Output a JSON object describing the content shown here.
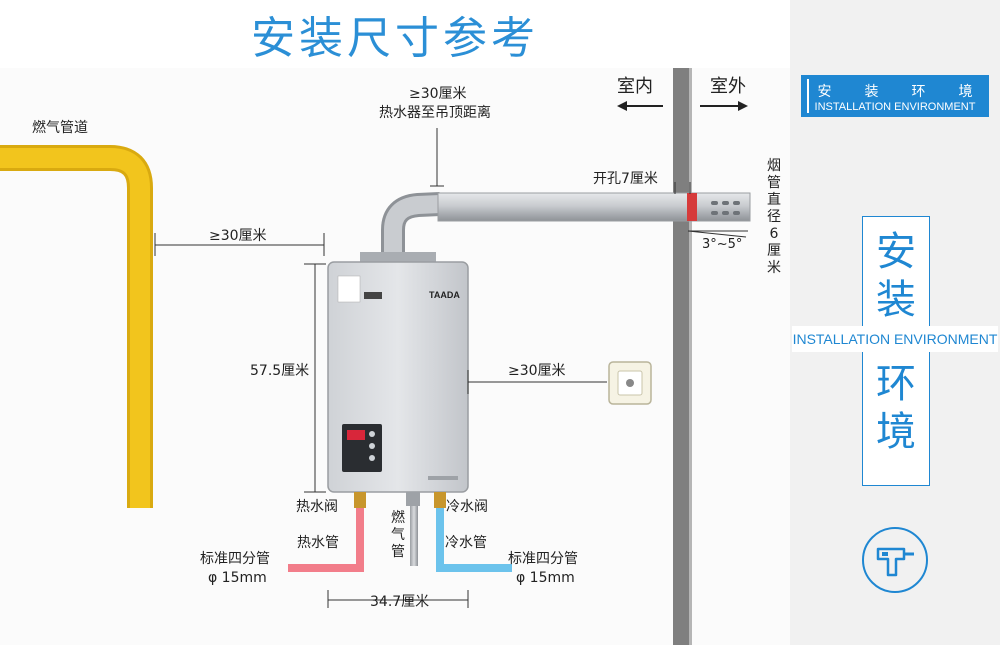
{
  "title": "安装尺寸参考",
  "labels": {
    "gas_pipe": "燃气管道",
    "top_clearance": "≥30厘米",
    "top_clearance_desc": "热水器至吊顶距离",
    "indoor": "室内",
    "outdoor": "室外",
    "hole": "开孔7厘米",
    "flue_diameter": "烟管直径6厘米",
    "angle": "3°~5°",
    "left_clearance": "≥30厘米",
    "height": "57.5厘米",
    "right_clearance": "≥30厘米",
    "hot_valve": "热水阀",
    "cold_valve": "冷水阀",
    "gas_pipe_vertical": "燃气管",
    "hot_pipe": "热水管",
    "cold_pipe": "冷水管",
    "std_pipe_left": "标准四分管",
    "diameter_left": "φ 15mm",
    "std_pipe_right": "标准四分管",
    "diameter_right": "φ 15mm",
    "width": "34.7厘米",
    "brand": "TAADA"
  },
  "sidebar": {
    "badge_zh": [
      "安",
      "装",
      "环",
      "境"
    ],
    "badge_en": "INSTALLATION ENVIRONMENT",
    "vertical_zh_top": [
      "安",
      "装"
    ],
    "vertical_en": "INSTALLATION ENVIRONMENT",
    "vertical_zh_bottom": [
      "环",
      "境"
    ],
    "icon": "drill-icon"
  },
  "colors": {
    "accent": "#1f87d2",
    "title": "#2b8fd6",
    "gas_pipe": "#f2c51d",
    "hot_pipe": "#f27d8a",
    "cold_pipe": "#6cc3ec",
    "wall": "#7f7f7f",
    "flue": "#b9bcbf"
  }
}
